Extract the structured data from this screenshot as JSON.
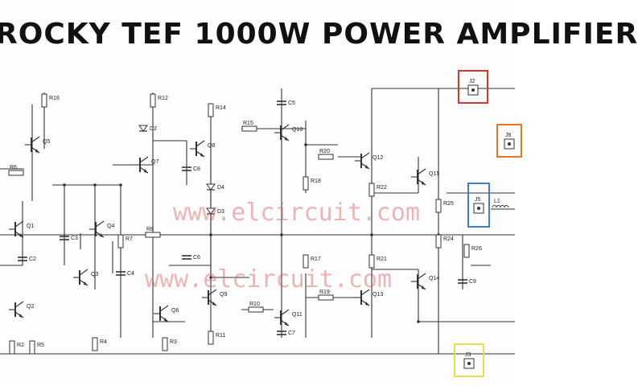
{
  "title": "ROCKY TEF 1000W POWER AMPLIFIER",
  "watermark": "www.elcircuit.com",
  "colors": {
    "wire": "#333333",
    "watermark": "#dc5a5a",
    "box_red": "#d9352a",
    "box_orange": "#e8781e",
    "box_blue": "#3d7fc4",
    "box_yellow": "#e6e04a"
  },
  "transistors": [
    {
      "ref": "Q5"
    },
    {
      "ref": "Q7"
    },
    {
      "ref": "Q8"
    },
    {
      "ref": "Q10"
    },
    {
      "ref": "Q12"
    },
    {
      "ref": "Q15"
    },
    {
      "ref": "Q1"
    },
    {
      "ref": "Q2"
    },
    {
      "ref": "Q3"
    },
    {
      "ref": "Q4"
    },
    {
      "ref": "Q6"
    },
    {
      "ref": "Q9"
    },
    {
      "ref": "Q11"
    },
    {
      "ref": "Q13"
    },
    {
      "ref": "Q14"
    }
  ],
  "resistors": [
    {
      "ref": "R16"
    },
    {
      "ref": "R12"
    },
    {
      "ref": "R14"
    },
    {
      "ref": "R15"
    },
    {
      "ref": "R20"
    },
    {
      "ref": "R6"
    },
    {
      "ref": "R8"
    },
    {
      "ref": "R7"
    },
    {
      "ref": "R18"
    },
    {
      "ref": "R22"
    },
    {
      "ref": "R25"
    },
    {
      "ref": "R24"
    },
    {
      "ref": "R26"
    },
    {
      "ref": "R17"
    },
    {
      "ref": "R21"
    },
    {
      "ref": "R19"
    },
    {
      "ref": "R10"
    },
    {
      "ref": "R11"
    },
    {
      "ref": "R3"
    },
    {
      "ref": "R2"
    },
    {
      "ref": "R5"
    },
    {
      "ref": "R4"
    }
  ],
  "capacitors": [
    {
      "ref": "C5"
    },
    {
      "ref": "C3"
    },
    {
      "ref": "C2"
    },
    {
      "ref": "C4"
    },
    {
      "ref": "C6"
    },
    {
      "ref": "C7"
    },
    {
      "ref": "C8"
    },
    {
      "ref": "C9"
    }
  ],
  "diodes": [
    {
      "ref": "D2"
    },
    {
      "ref": "D4"
    },
    {
      "ref": "D3"
    }
  ],
  "inductor": {
    "ref": "L1"
  },
  "connectors": [
    {
      "ref": "J2",
      "box": "red"
    },
    {
      "ref": "J6",
      "box": "orange"
    },
    {
      "ref": "J5",
      "box": "blue"
    },
    {
      "ref": "J3",
      "box": "yellow"
    }
  ]
}
